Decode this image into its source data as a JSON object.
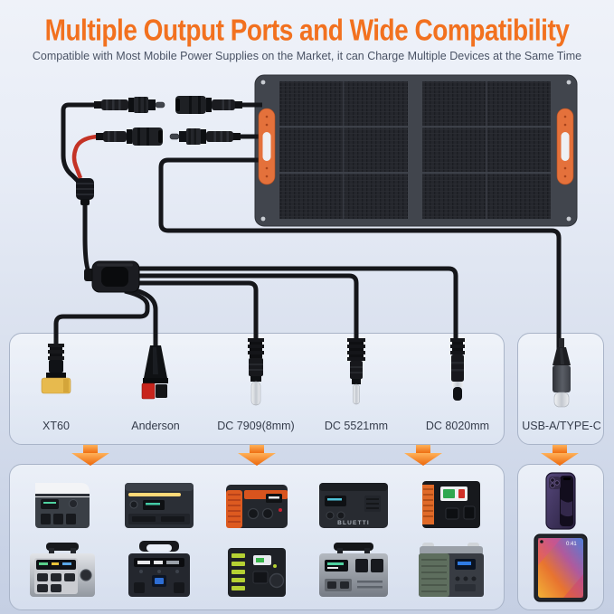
{
  "header": {
    "title": "Multiple Output Ports and Wide Compatibility",
    "subtitle": "Compatible with Most Mobile Power Supplies on the Market, it can Charge Multiple Devices at the Same Time"
  },
  "connector_panel": {
    "items": [
      {
        "label": "XT60"
      },
      {
        "label": "Anderson"
      },
      {
        "label": "DC 7909(8mm)"
      },
      {
        "label": "DC 5521mm"
      },
      {
        "label": "DC 8020mm"
      },
      {
        "label": "USB-A/TYPE-C"
      }
    ]
  },
  "device_panel": {
    "bluetti_label": "BLUETTI",
    "tablet_clock": "0:41"
  },
  "colors": {
    "title_orange": "#f2711f",
    "arrow_orange": "#ec660a",
    "cable_black": "#15161a",
    "panel_handle_orange": "#e4713b",
    "xt60_yellow": "#e7ba4e",
    "anderson_red": "#c8251d",
    "background_top": "#eff2f9",
    "background_bottom": "#c5cfe3",
    "box_border": "#a9b4c8"
  }
}
